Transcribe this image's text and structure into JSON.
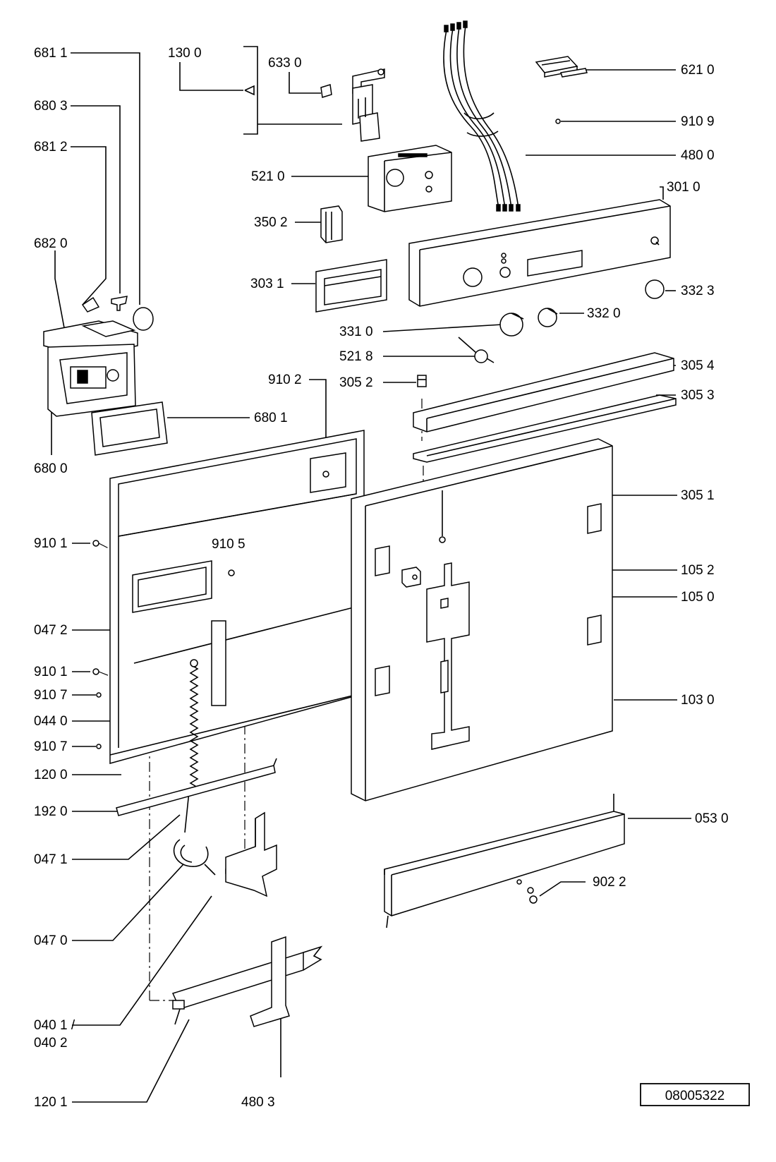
{
  "labels": {
    "p6811": "681 1",
    "p1300": "130 0",
    "p6330": "633 0",
    "p6210": "621 0",
    "p6803": "680 3",
    "p9109": "910 9",
    "p6812": "681 2",
    "p4800": "480 0",
    "p5210": "521 0",
    "p3010": "301 0",
    "p3502": "350 2",
    "p6820": "682 0",
    "p3031": "303 1",
    "p3323": "332 3",
    "p3320": "332 0",
    "p3310": "331 0",
    "p5218": "521 8",
    "p3054": "305 4",
    "p9102": "910 2",
    "p3052": "305 2",
    "p3053": "305 3",
    "p6801": "680 1",
    "p6800": "680 0",
    "p3051": "305 1",
    "p9101a": "910 1",
    "p9105": "910 5",
    "p1052": "105 2",
    "p1050": "105 0",
    "p0472": "047 2",
    "p9101b": "910 1",
    "p9107a": "910 7",
    "p1030": "103 0",
    "p0440": "044 0",
    "p9107b": "910 7",
    "p1200": "120 0",
    "p1920": "192 0",
    "p0530": "053 0",
    "p0471": "047 1",
    "p9022": "902 2",
    "p0470": "047 0",
    "p0401": "040 1 /",
    "p0402": "040 2",
    "p1201": "120 1",
    "p4803": "480 3"
  },
  "drawing_number": "08005322"
}
